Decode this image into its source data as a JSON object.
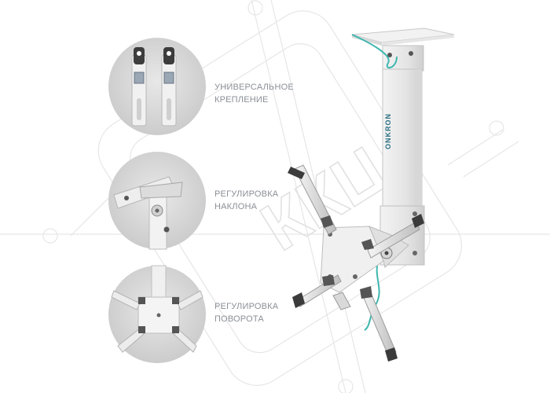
{
  "watermark": {
    "text": "ККЦ",
    "color": "#e3e3e3"
  },
  "brand": {
    "text": "ONKRON",
    "color": "#2a6f83"
  },
  "features": [
    {
      "label": "УНИВЕРСАЛЬНОЕ\nКРЕПЛЕНИЕ",
      "icon": "mounting-plate-icon"
    },
    {
      "label": "РЕГУЛИРОВКА\nНАКЛОНА",
      "icon": "tilt-joint-icon"
    },
    {
      "label": "РЕГУЛИРОВКА\nПОВОРОТА",
      "icon": "swivel-icon"
    }
  ],
  "colors": {
    "cable": "#3fb7b0",
    "metal": "#ececec",
    "circle_bg": "#d8d8d8"
  }
}
